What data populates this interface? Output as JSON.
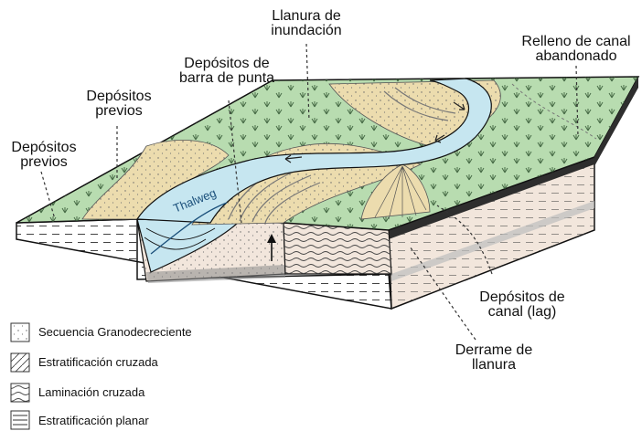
{
  "labels": {
    "llanura_inundacion": [
      "Llanura de",
      "inundación"
    ],
    "relleno_canal": [
      "Relleno de canal",
      "abandonado"
    ],
    "barra_punta": [
      "Depósitos de",
      "barra de punta"
    ],
    "depositos_previos_1": [
      "Depósitos",
      "previos"
    ],
    "depositos_previos_2": [
      "Depósitos",
      "previos"
    ],
    "thalweg": "Thalweg",
    "depositos_canal": [
      "Depósitos de",
      "canal  (lag)"
    ],
    "derrame_llanura": [
      "Derrame de",
      "llanura"
    ]
  },
  "legend": [
    {
      "pattern": "dots-icon",
      "label": "Secuencia Granodecreciente"
    },
    {
      "pattern": "hatch-icon",
      "label": "Estratificación cruzada"
    },
    {
      "pattern": "wavy-icon",
      "label": "Laminación cruzada"
    },
    {
      "pattern": "planar-icon",
      "label": "Estratificación planar"
    }
  ],
  "colors": {
    "floodplain": "#b8dcb0",
    "river": "#c6e6f0",
    "point_bar": "#ecdcae",
    "subsurface": "#f2e6dc",
    "lag": "#8a8a8a",
    "dark_layer": "#2e2e2e"
  }
}
